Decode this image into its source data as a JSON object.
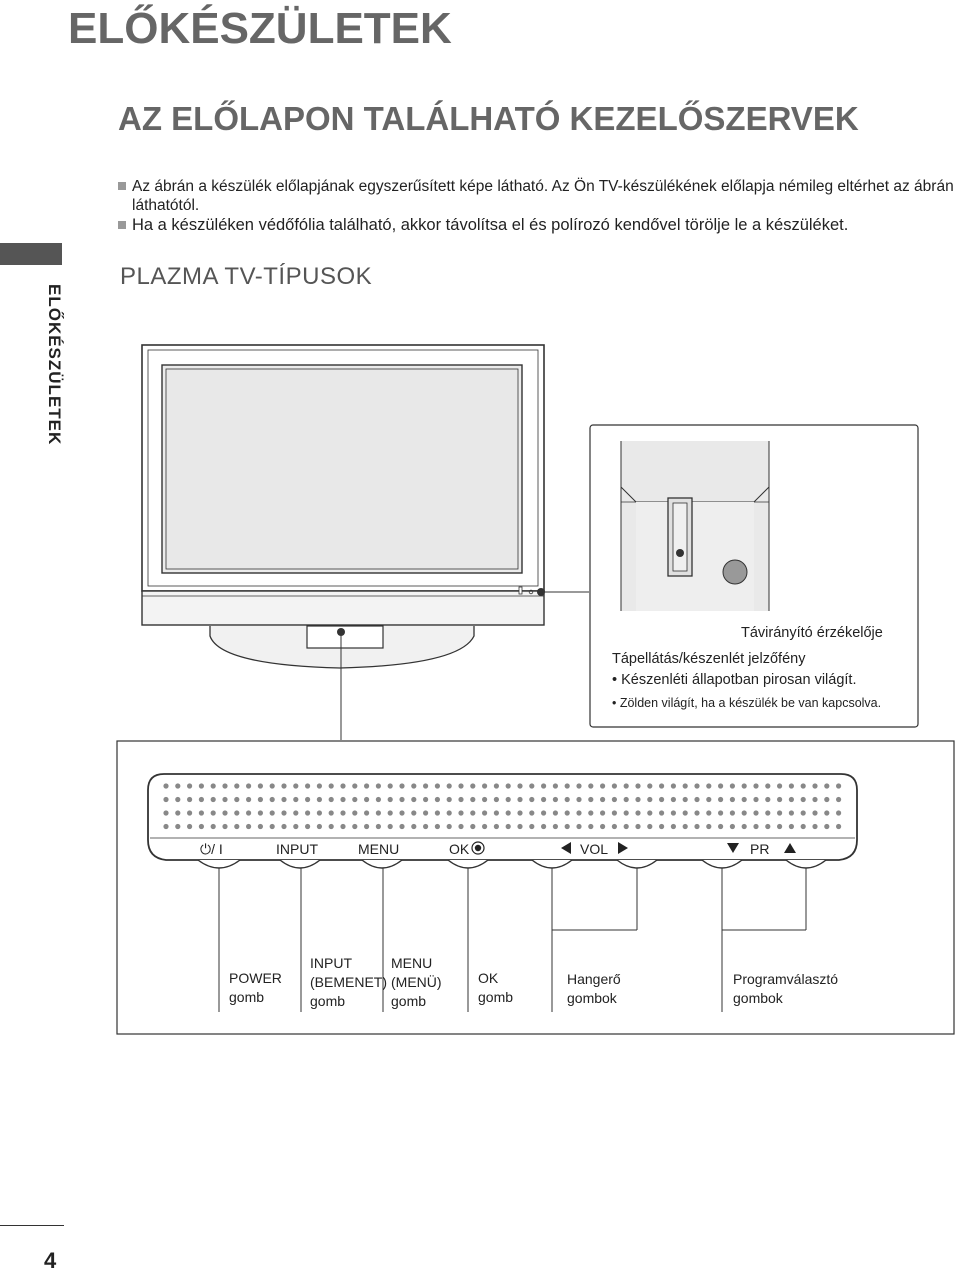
{
  "header": {
    "title": "ELŐKÉSZÜLETEK"
  },
  "section": {
    "title": "AZ ELŐLAPON TALÁLHATÓ KEZELŐSZERVEK"
  },
  "notes": [
    "Az ábrán a készülék előlapjának egyszerűsített képe látható. Az Ön TV-készülékének előlapja  némileg eltérhet az ábrán láthatótól.",
    "Ha a készüléken védőfólia található, akkor távolítsa el és polírozó kendővel törölje le a készüléket."
  ],
  "side_label": "ELŐKÉSZÜLETEK",
  "subheading": "PLAZMA TV-TÍPUSOK",
  "callouts": {
    "remote_sensor": "Távirányító érzékelője",
    "power_led": "Tápellátás/készenlét jelzőfény",
    "led_red": "• Készenléti állapotban pirosan világít.",
    "led_green": "• Zölden világít, ha a készülék be van kapcsolva."
  },
  "panel_labels": {
    "power": "⏻/ I",
    "input": "INPUT",
    "menu": "MENU",
    "ok": "OK",
    "vol": "VOL",
    "pr": "PR"
  },
  "buttons": [
    {
      "line1": "POWER",
      "line2": "gomb",
      "line3": ""
    },
    {
      "line1": "INPUT",
      "line2": "(BEMENET)",
      "line3": "gomb"
    },
    {
      "line1": "MENU",
      "line2": "(MENÜ)",
      "line3": "gomb"
    },
    {
      "line1": "OK",
      "line2": "gomb",
      "line3": ""
    },
    {
      "line1": "Hangerő",
      "line2": "gombok",
      "line3": ""
    },
    {
      "line1": "Programválasztó",
      "line2": "gombok",
      "line3": ""
    }
  ],
  "page_number": "4"
}
